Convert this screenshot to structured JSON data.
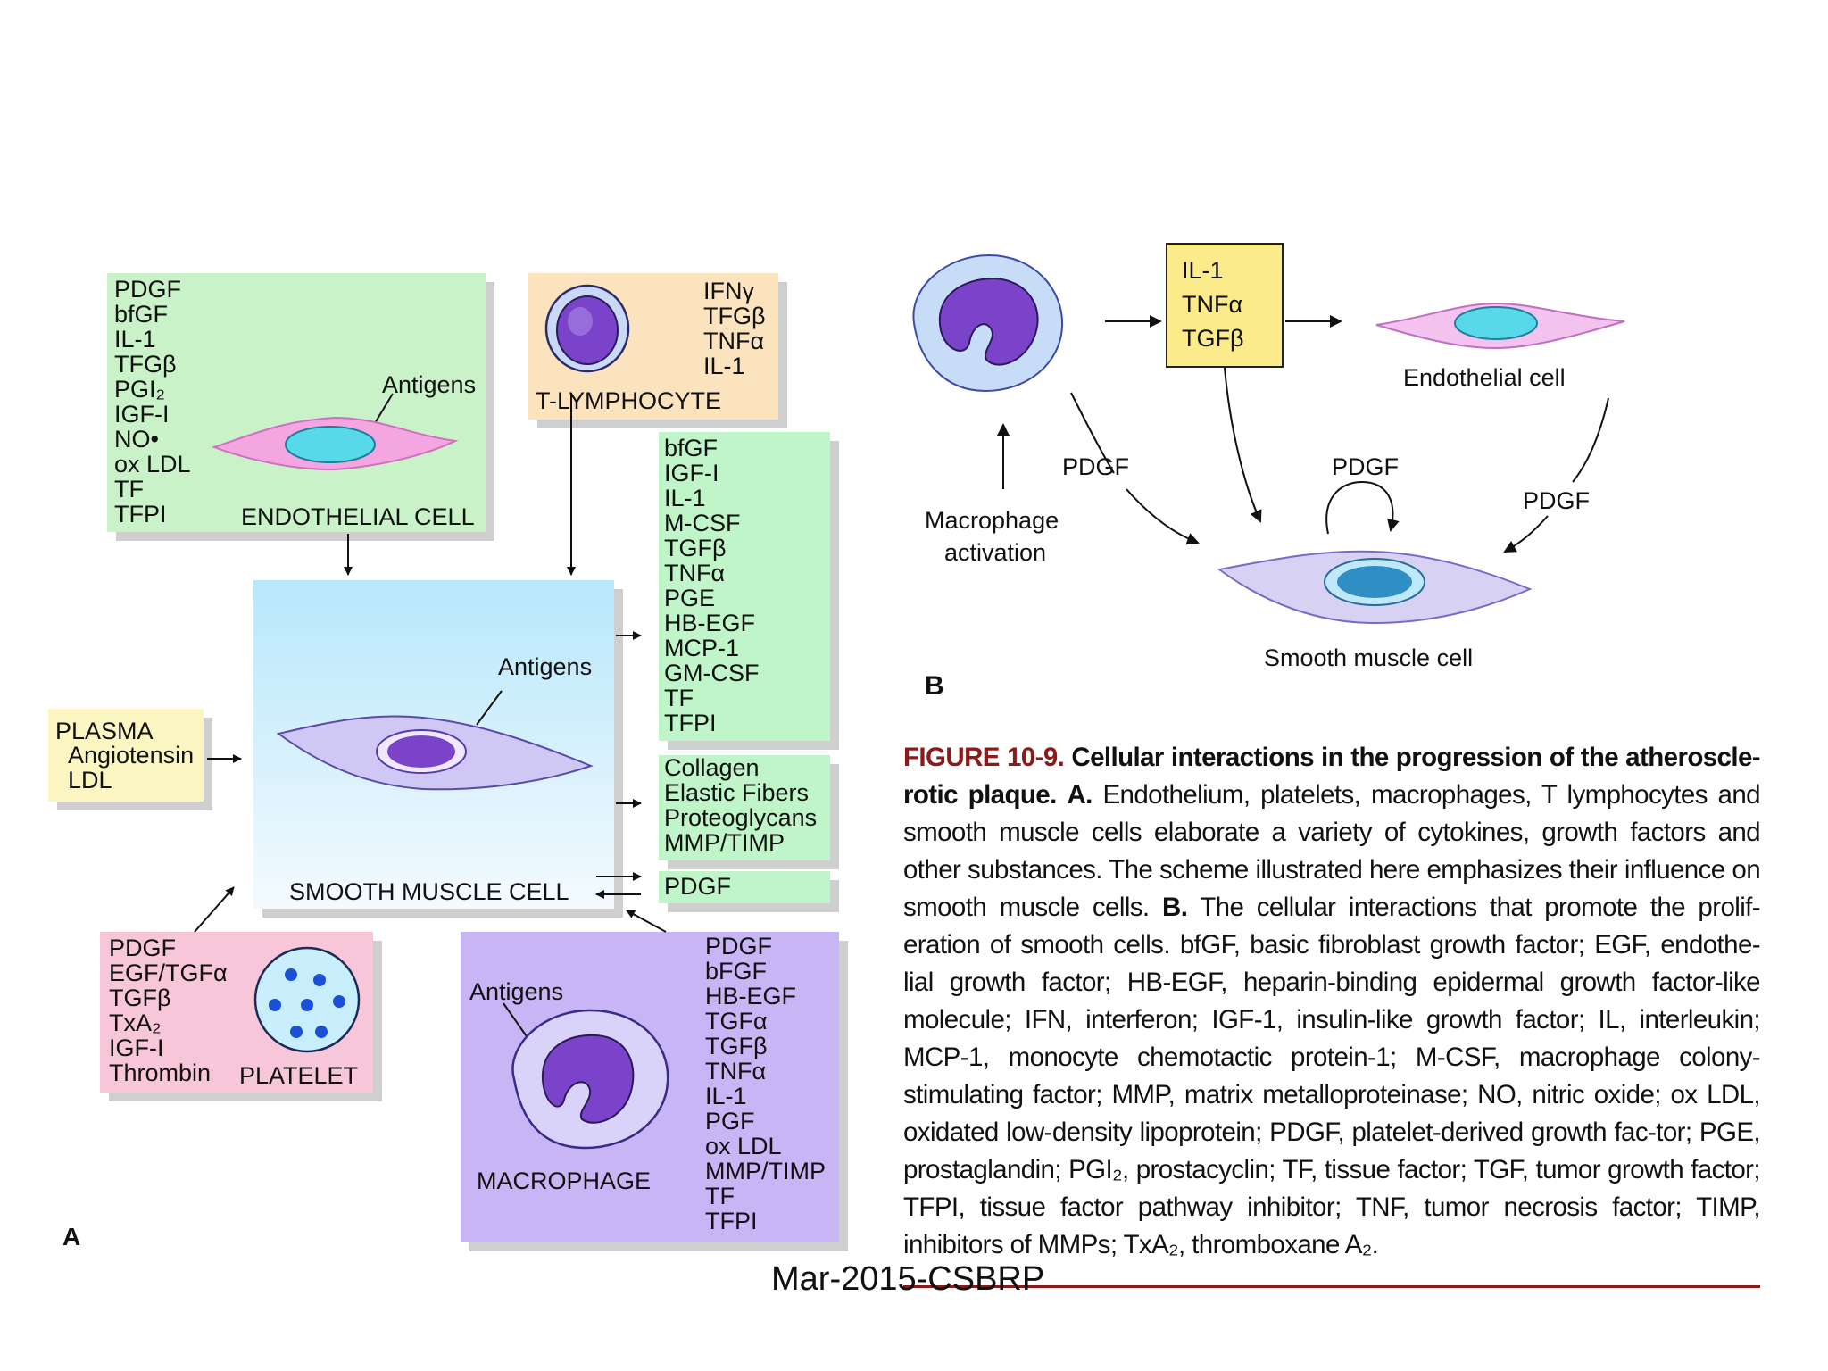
{
  "panel_a": {
    "label": "A",
    "endothelial": {
      "title": "ENDOTHELIAL CELL",
      "antigens": "Antigens",
      "items": [
        "PDGF",
        "bfGF",
        "IL-1",
        "TFGβ",
        "PGI₂",
        "IGF-I",
        "NO•",
        "ox LDL",
        "TF",
        "TFPI"
      ]
    },
    "t_lymphocyte": {
      "title": "T-LYMPHOCYTE",
      "items": [
        "IFNγ",
        "TFGβ",
        "TNFα",
        "IL-1"
      ]
    },
    "smc_products": {
      "items": [
        "bfGF",
        "IGF-I",
        "IL-1",
        "M-CSF",
        "TGFβ",
        "TNFα",
        "PGE",
        "HB-EGF",
        "MCP-1",
        "GM-CSF",
        "TF",
        "TFPI"
      ]
    },
    "matrix": {
      "items": [
        "Collagen",
        "Elastic Fibers",
        "Proteoglycans",
        "MMP/TIMP"
      ]
    },
    "pdgf_box": "PDGF",
    "smooth_muscle": {
      "title": "SMOOTH MUSCLE CELL",
      "antigens": "Antigens"
    },
    "plasma": {
      "title": "PLASMA",
      "items": [
        "Angiotensin",
        "LDL"
      ]
    },
    "platelet": {
      "title": "PLATELET",
      "items": [
        "PDGF",
        "EGF/TGFα",
        "TGFβ",
        "TxA₂",
        "IGF-I",
        "Thrombin"
      ]
    },
    "macrophage": {
      "title": "MACROPHAGE",
      "antigens": "Antigens",
      "items": [
        "PDGF",
        "bFGF",
        "HB-EGF",
        "TGFα",
        "TGFβ",
        "TNFα",
        "IL-1",
        "PGF",
        "ox LDL",
        "MMP/TIMP",
        "TF",
        "TFPI"
      ]
    }
  },
  "panel_b": {
    "label": "B",
    "cytokine_box": [
      "IL-1",
      "TNFα",
      "TGFβ"
    ],
    "endothelial_label": "Endothelial cell",
    "smooth_muscle_label": "Smooth muscle cell",
    "macrophage_activation": [
      "Macrophage",
      "activation"
    ],
    "pdgf_left": "PDGF",
    "pdgf_top": "PDGF",
    "pdgf_right": "PDGF"
  },
  "caption": {
    "figure_num": "FIGURE 10-9.",
    "title": "Cellular interactions in the progression of the atheroscle-rotic plaque.",
    "a_label": "A.",
    "a_text": "Endothelium, platelets, macrophages, T lymphocytes and smooth muscle cells elaborate a variety of cytokines, growth factors and other substances. The scheme illustrated here emphasizes their influence on smooth muscle cells.",
    "b_label": "B.",
    "b_text": "The cellular interactions that promote the prolif-eration of smooth cells. bfGF, basic fibroblast growth factor; EGF, endothe-lial growth factor; HB-EGF, heparin-binding epidermal growth factor-like molecule; IFN, interferon; IGF-1, insulin-like growth factor; IL, interleukin; MCP-1, monocyte chemotactic protein-1; M-CSF, macrophage colony-stimulating factor; MMP, matrix metalloproteinase; NO, nitric oxide; ox LDL, oxidated low-density lipoprotein; PDGF, platelet-derived growth fac-tor; PGE, prostaglandin; PGI₂, prostacyclin; TF, tissue factor; TGF, tumor growth factor; TFPI, tissue factor pathway inhibitor; TNF, tumor necrosis factor; TIMP, inhibitors of MMPs; TxA₂, thromboxane A₂."
  },
  "footer": "Mar-2015-CSBRP",
  "colors": {
    "endothelial_bg": "#c9f2c9",
    "green_bg": "#bff5c8",
    "tlymph_bg": "#fbe3bd",
    "smc_top": "#b7e8fb",
    "smc_bottom": "#eef8ff",
    "plasma_bg": "#fbf5c2",
    "platelet_bg": "#f7c6d8",
    "macrophage_bg": "#c7b5f5",
    "caption_red": "#8b1a1a",
    "cyto_box": "#fbeb8a"
  }
}
